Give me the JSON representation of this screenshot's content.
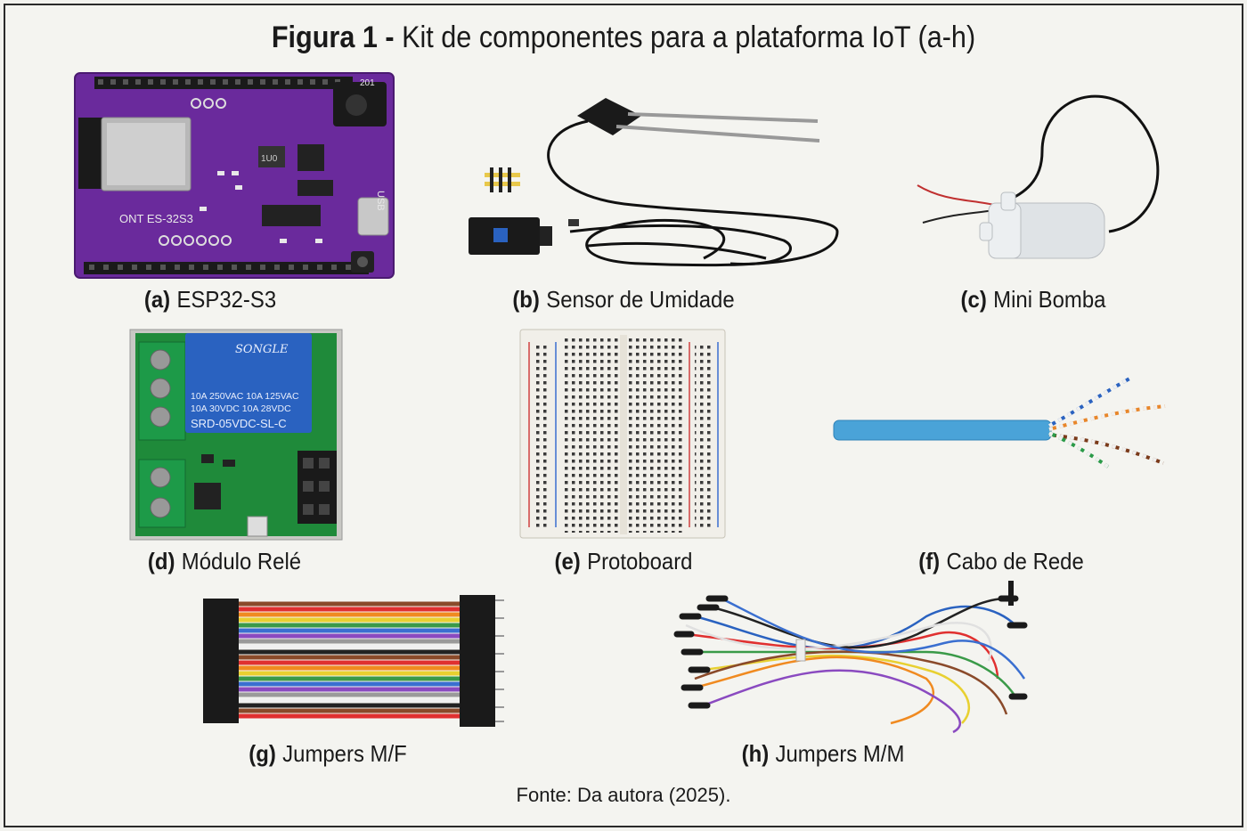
{
  "figure": {
    "label": "Figura 1 -",
    "title": "Kit de componentes para a plataforma IoT (a-h)",
    "source": "Fonte: Da autora (2025)."
  },
  "items": [
    {
      "letter": "(a)",
      "name": "ESP32-S3",
      "board_text": {
        "model": "ONT ES-32⁠S3",
        "usb": "USB",
        "corner": "201",
        "inductor": "1U0"
      }
    },
    {
      "letter": "(b)",
      "name": "Sensor de Umidade"
    },
    {
      "letter": "(c)",
      "name": "Mini Bomba"
    },
    {
      "letter": "(d)",
      "name": "Módulo Relé",
      "relay_text": {
        "brand": "SONGLE",
        "line1": "10A 250VAC  10A 125VAC",
        "line2": "10A  30VDC  10A  28VDC",
        "model": "SRD-05VDC-SL-C"
      }
    },
    {
      "letter": "(e)",
      "name": "Protoboard"
    },
    {
      "letter": "(f)",
      "name": "Cabo de Rede"
    },
    {
      "letter": "(g)",
      "name": "Jumpers M/F"
    },
    {
      "letter": "(h)",
      "name": "Jumpers M/M"
    }
  ],
  "colors": {
    "pcb_purple": "#6a2a9c",
    "pcb_green": "#1f8a3a",
    "relay_blue": "#2a62c0",
    "cable_blue": "#4aa3d8",
    "breadboard": "#f1efe9",
    "rail_red": "#d04040",
    "rail_blue": "#3a6fd0"
  }
}
